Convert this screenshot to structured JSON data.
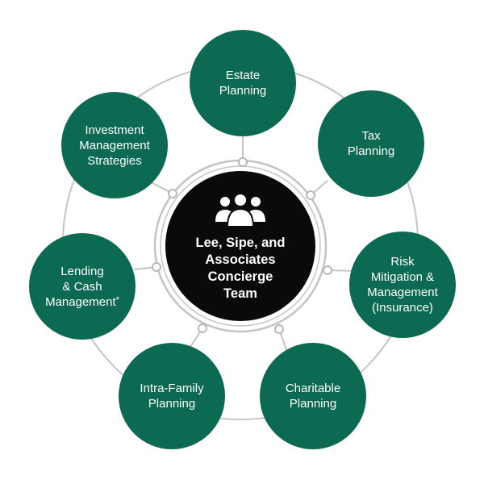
{
  "colors": {
    "service_green": "#0d6a52",
    "center_black": "#0a0a0a",
    "ring_gray": "#c4c4c4",
    "text_white": "#ffffff"
  },
  "center": {
    "icon": "team-group-icon",
    "label": "Lee, Sipe, and\nAssociates\nConcierge\nTeam"
  },
  "services": {
    "estate": "Estate\nPlanning",
    "tax": "Tax\nPlanning",
    "risk": "Risk\nMitigation &\nManagement\n(Insurance)",
    "charitable": "Charitable\nPlanning",
    "intra_family": "Intra-Family\nPlanning",
    "lending": "Lending\n& Cash\nManagement",
    "lending_marker": "*",
    "investment": "Investment\nManagement\nStrategies"
  }
}
